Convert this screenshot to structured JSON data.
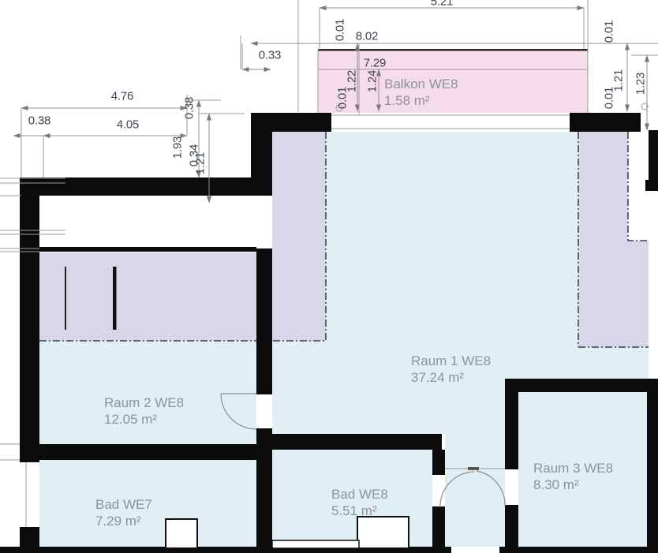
{
  "plan": {
    "rooms": {
      "balkon": {
        "name": "Balkon WE8",
        "area": "1.58 m²"
      },
      "raum1": {
        "name": "Raum 1 WE8",
        "area": "37.24 m²"
      },
      "raum2": {
        "name": "Raum 2 WE8",
        "area": "12.05 m²"
      },
      "raum3": {
        "name": "Raum 3 WE8",
        "area": "8.30 m²"
      },
      "bad7": {
        "name": "Bad WE7",
        "area": "7.29 m²"
      },
      "bad8": {
        "name": "Bad WE8",
        "area": "5.51 m²"
      }
    },
    "dims": {
      "d521": "5.21",
      "d802": "8.02",
      "d033": "0.33",
      "d729": "7.29",
      "d001a": "0.01",
      "d122": "1.22",
      "d124": "1.24",
      "d001b": "0.01",
      "d001c": "0.01",
      "d121r": "1.21",
      "d123": "1.23",
      "d001d": "0.01",
      "d476": "4.76",
      "d038a": "0.38",
      "d405": "4.05",
      "d038b": "0.38",
      "d193": "1.93",
      "d034": "0.34",
      "d121l": "1.21"
    },
    "colors": {
      "balcony": "#f6dce9",
      "buffer": "#d9d6e9",
      "room": "#e0eff4",
      "wall": "#0b0b0b",
      "dimline": "#8f8f8f",
      "dimtext": "#3c4353",
      "roomtext": "#8f9296"
    }
  }
}
